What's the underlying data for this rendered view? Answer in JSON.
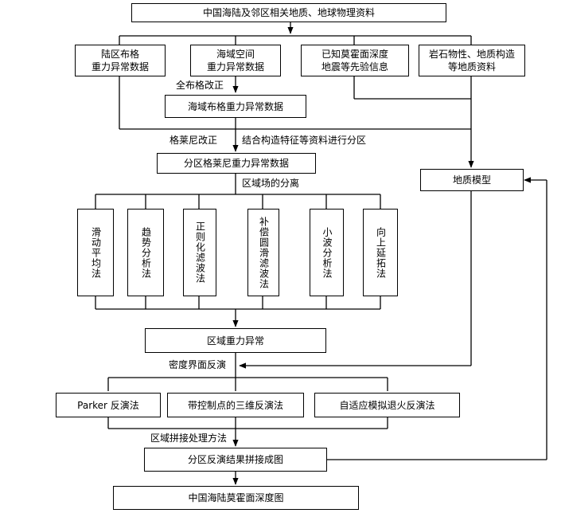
{
  "boxes": {
    "top": "中国海陆及邻区相关地质、地球物理资料",
    "land_grid": "陆区布格\n重力异常数据",
    "sea_freeair": "海域空间\n重力异常数据",
    "moho_seismic": "已知莫霍面深度\n地震等先验信息",
    "rock_geo": "岩石物性、地质构造\n等地质资料",
    "sea_bouguer": "海域布格重力异常数据",
    "zoned_bouguer": "分区格莱尼重力异常数据",
    "geo_model": "地质模型",
    "regional_anomaly": "区域重力异常",
    "parker": "Parker 反演法",
    "control_3d": "带控制点的三维反演法",
    "annealing": "自适应模拟退火反演法",
    "mosaic": "分区反演结果拼接成图",
    "final_map": "中国海陆莫霍面深度图"
  },
  "methods": [
    "滑动平均法",
    "趋势分析法",
    "正则化滤波法",
    "补偿圆滑滤波法",
    "小波分析法",
    "向上延拓法"
  ],
  "labels": {
    "bouguer_correction": "全布格改正",
    "glenny_correction": "格莱尼改正",
    "zoning": "结合构造特征等资料进行分区",
    "field_separation": "区域场的分离",
    "density_inversion": "密度界面反演",
    "mosaic_method": "区域拼接处理方法"
  }
}
